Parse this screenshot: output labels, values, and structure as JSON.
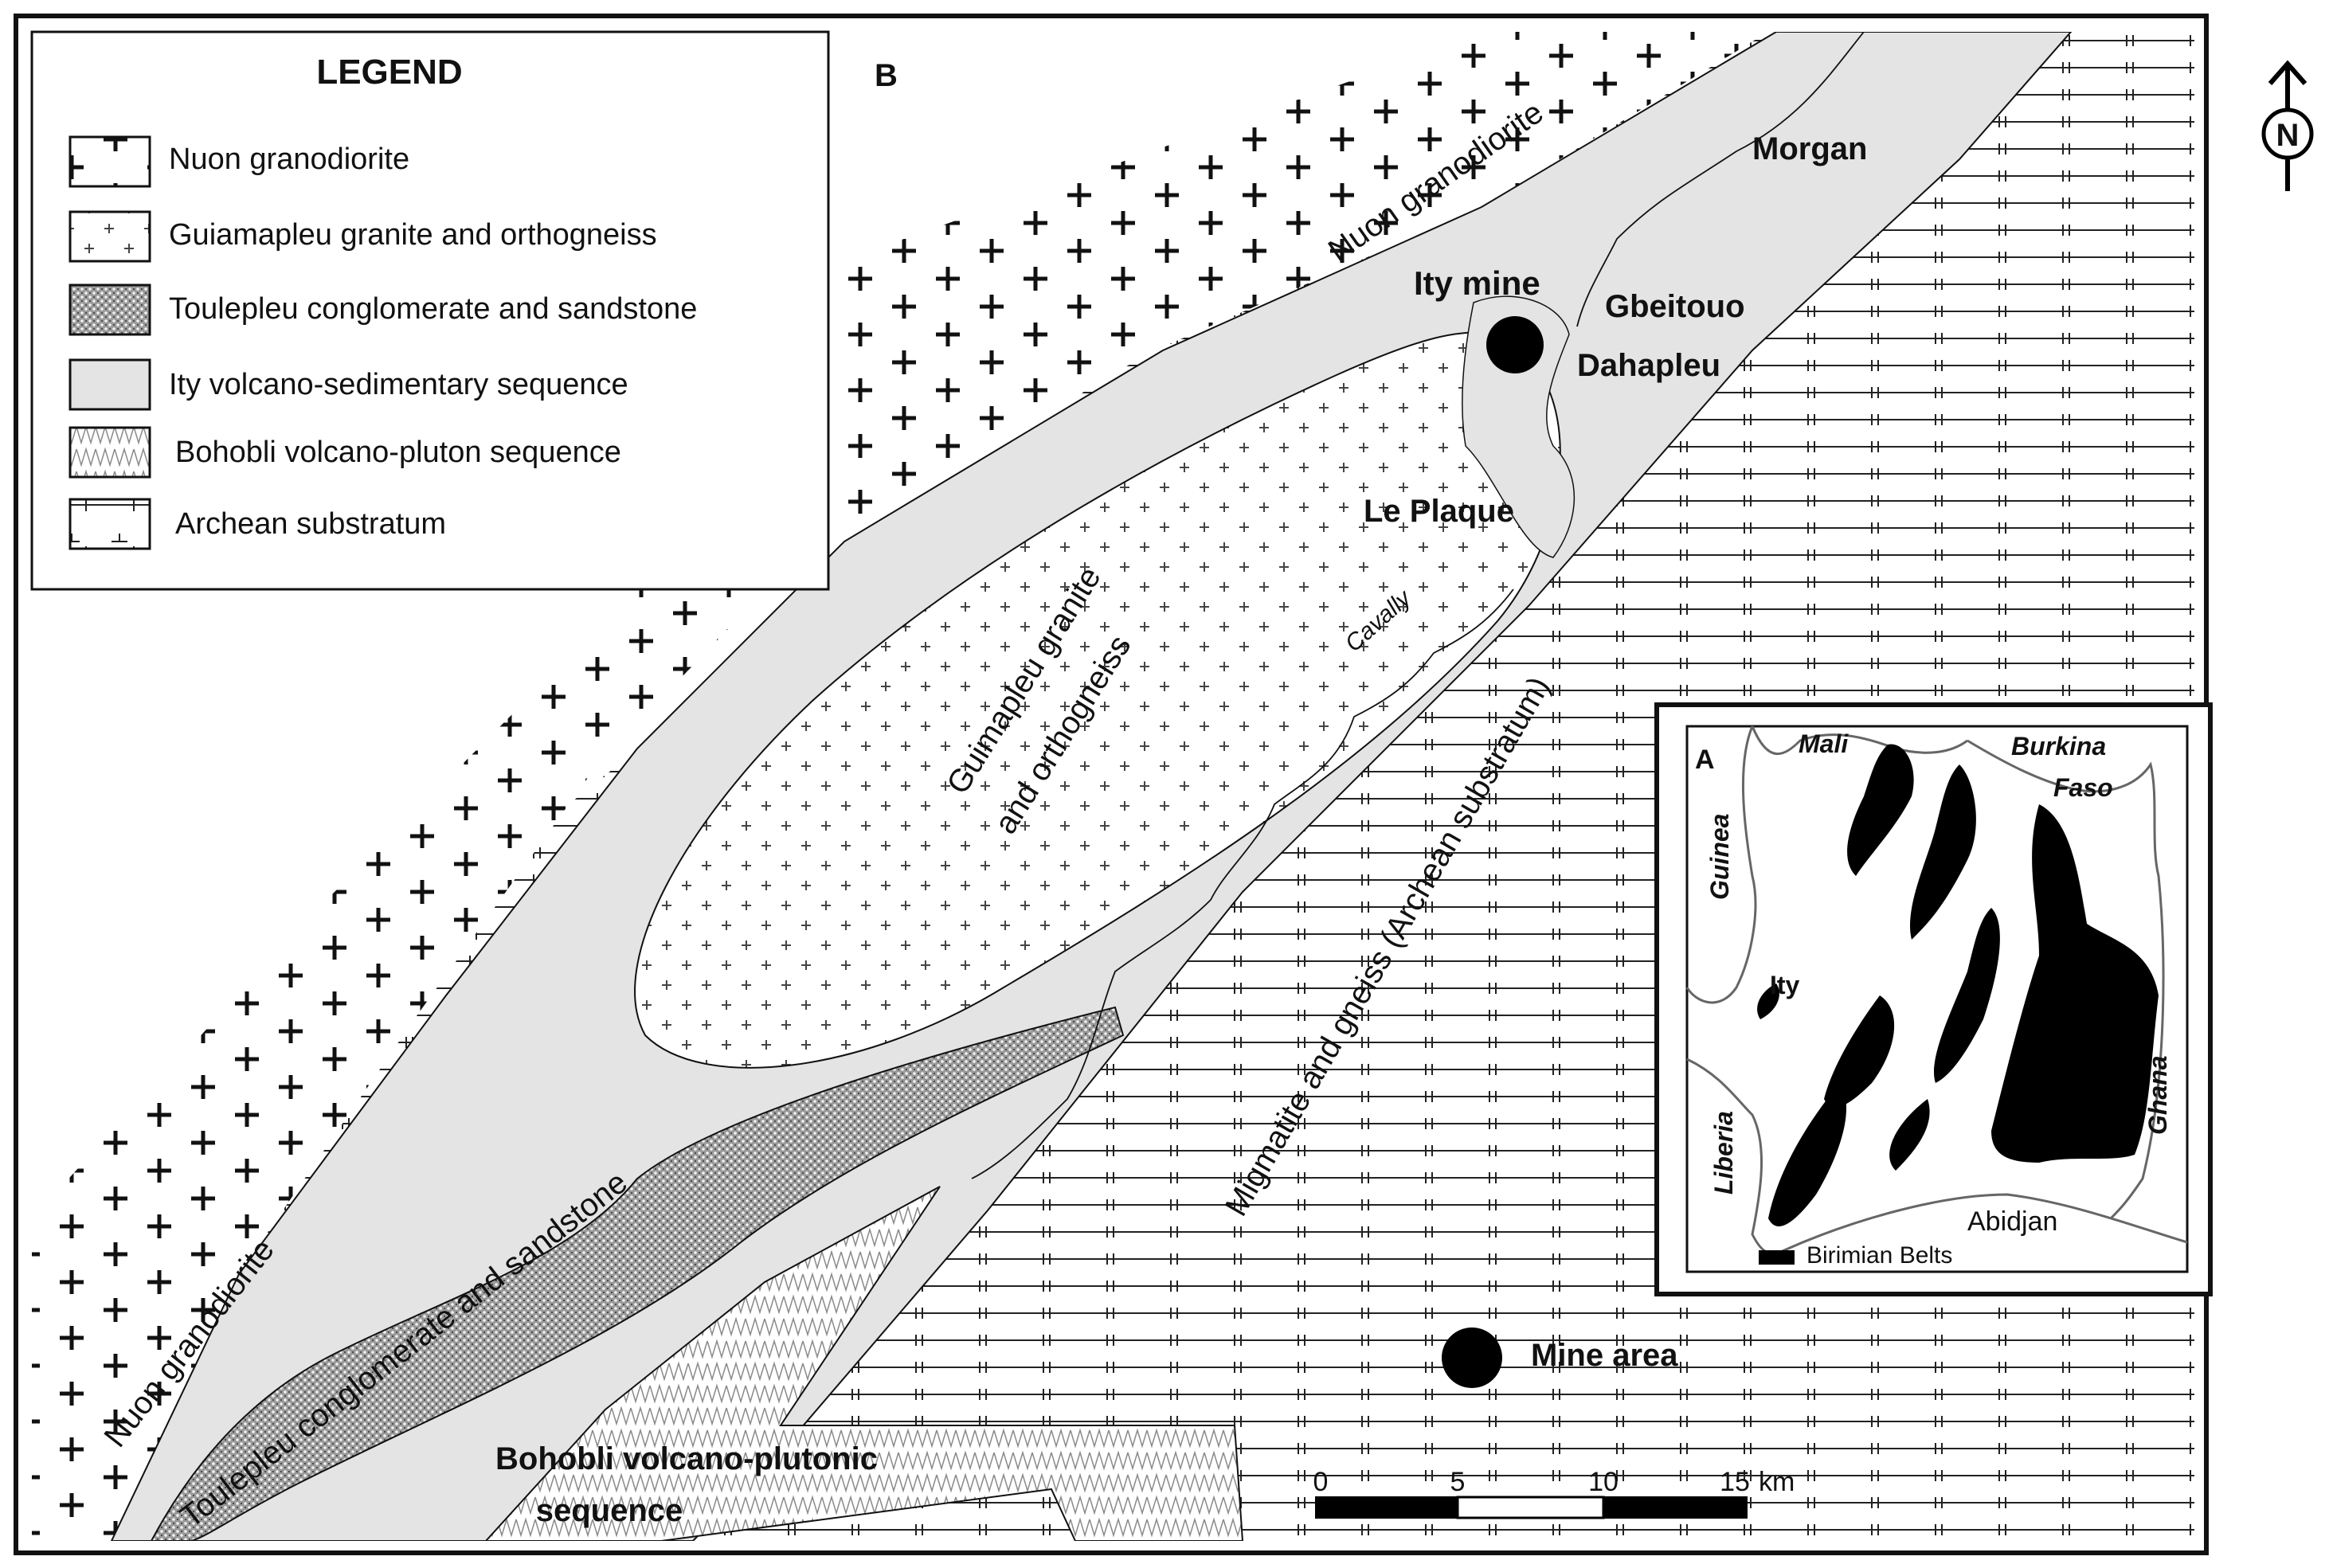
{
  "panel_b_label": "B",
  "legend": {
    "title": "LEGEND",
    "items": [
      {
        "label": "Nuon granodiorite",
        "pattern": "nuon"
      },
      {
        "label": "Guiamapleu granite and orthogneiss",
        "pattern": "guiam"
      },
      {
        "label": "Toulepleu conglomerate and sandstone",
        "pattern": "toul"
      },
      {
        "label": "Ity volcano-sedimentary sequence",
        "pattern": "ity"
      },
      {
        "label": "Bohobli volcano-pluton sequence",
        "pattern": "boho"
      },
      {
        "label": "Archean substratum",
        "pattern": "arch"
      }
    ]
  },
  "map_labels": {
    "nuon_top": "Nuon granodiorite",
    "nuon_bottom": "Nuon granodiorite",
    "morgan": "Morgan",
    "ity_mine": "Ity mine",
    "gbeitouo": "Gbeitouo",
    "dahapleu": "Dahapleu",
    "le_plaque": "Le Plaque",
    "cavally": "Cavally",
    "guiam_line1": "Guimapleu granite",
    "guiam_line2": "and orthogneiss",
    "migmatite": "Migmatite and gneiss (Archean substratum)",
    "toulepleu": "Toulepleu conglomerate and sandstone",
    "bohobli_line1": "Bohobli volcano-plutonic",
    "bohobli_line2": "sequence"
  },
  "mine_legend": {
    "label": "Mine area"
  },
  "scale_bar": {
    "ticks": [
      "0",
      "5",
      "10",
      "15"
    ],
    "unit": "km"
  },
  "north_arrow": {
    "letter": "N"
  },
  "inset": {
    "panel_label": "A",
    "countries": [
      "Mali",
      "Burkina",
      "Faso",
      "Guinea",
      "Liberia",
      "Ghana"
    ],
    "city": "Abidjan",
    "site": "Ity",
    "legend_label": "Birimian Belts"
  },
  "colors": {
    "ity_fill": "#e4e4e4",
    "ink": "#111111"
  }
}
